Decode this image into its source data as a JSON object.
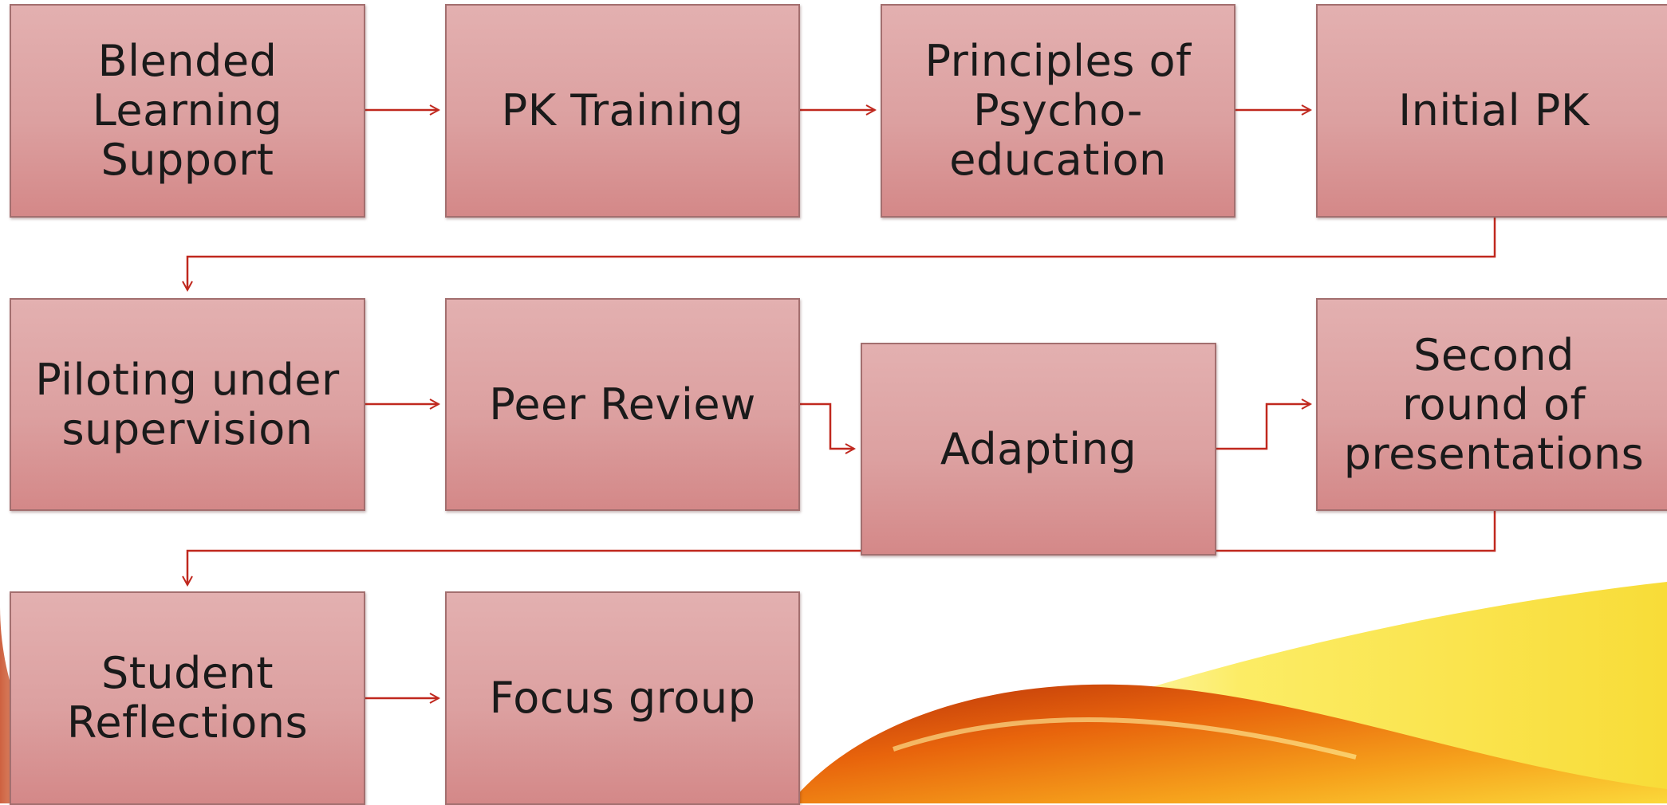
{
  "steps": [
    {
      "id": "blended",
      "label": "Blended\nLearning\nSupport"
    },
    {
      "id": "pk-training",
      "label": "PK Training"
    },
    {
      "id": "principles",
      "label": "Principles of\nPsycho-\neducation"
    },
    {
      "id": "initial-pk",
      "label": "Initial PK"
    },
    {
      "id": "piloting",
      "label": "Piloting under\nsupervision"
    },
    {
      "id": "peer-review",
      "label": "Peer Review"
    },
    {
      "id": "adapting",
      "label": "Adapting"
    },
    {
      "id": "second-round",
      "label": "Second\nround of\npresentations"
    },
    {
      "id": "reflections",
      "label": "Student\nReflections"
    },
    {
      "id": "focus-group",
      "label": "Focus group"
    }
  ],
  "colors": {
    "box_top": "#e3b0b0",
    "box_bottom": "#d48888",
    "arrow": "#c0281e",
    "swoosh_orange": "#e86a0a",
    "swoosh_yellow": "#f7e21a"
  }
}
